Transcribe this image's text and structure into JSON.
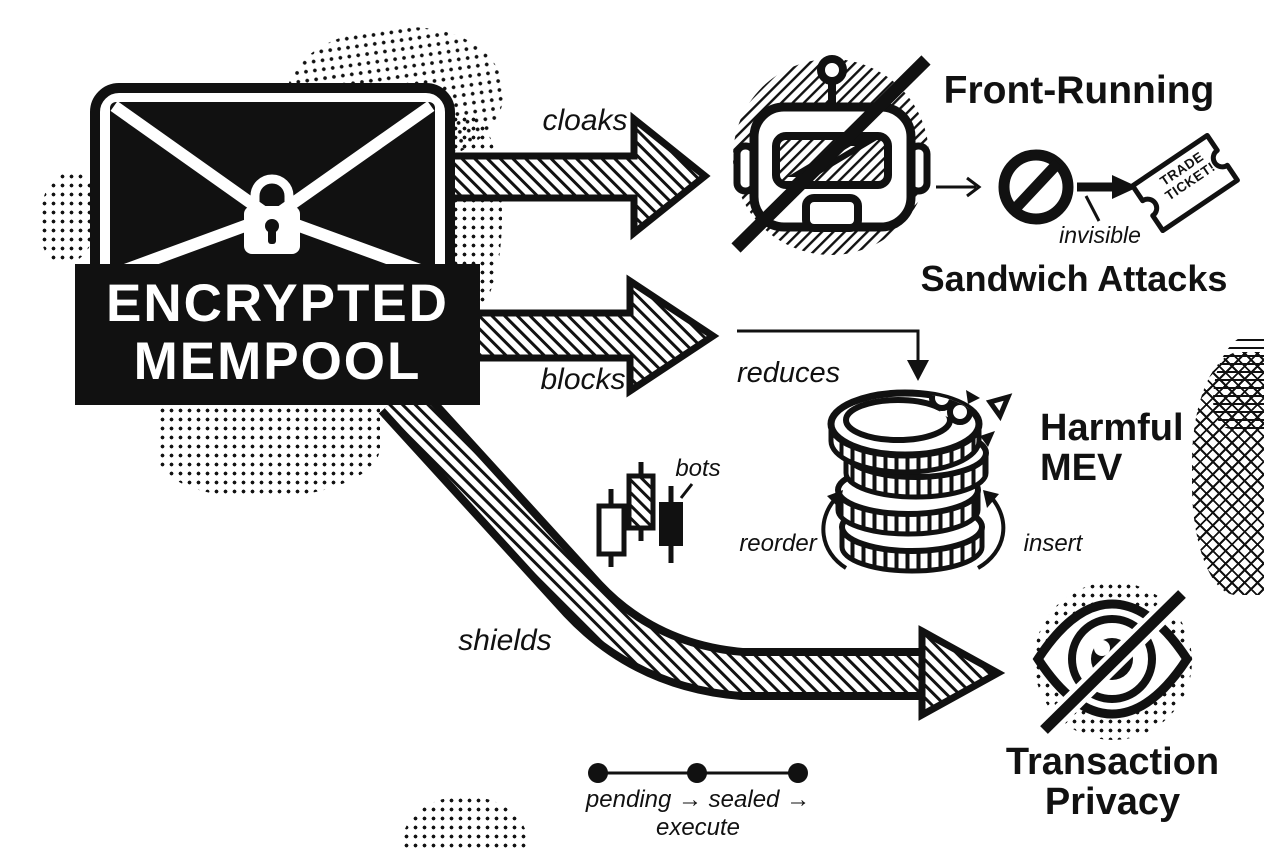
{
  "colors": {
    "ink": "#111111",
    "background": "#ffffff"
  },
  "source": {
    "line1": "ENCRYPTED",
    "line2": "MEMPOOL"
  },
  "flows": {
    "cloaks": {
      "label": "cloaks"
    },
    "blocks": {
      "label": "blocks"
    },
    "shields": {
      "label": "shields"
    },
    "reduces": {
      "label": "reduces"
    }
  },
  "nodes": {
    "front_running": {
      "title": "Front-Running"
    },
    "sandwich_attacks": {
      "title": "Sandwich Attacks"
    },
    "harmful_mev": {
      "line1": "Harmful",
      "line2": "MEV"
    },
    "transaction_privacy": {
      "line1": "Transaction",
      "line2": "Privacy"
    }
  },
  "annotations": {
    "invisible": "invisible",
    "bots": "bots",
    "reorder": "reorder",
    "insert": "insert",
    "lifecycle": "pending → sealed → execute"
  },
  "ticket": {
    "line1": "TRADE",
    "line2": "TICKET!"
  },
  "icons": {
    "envelope_lock": "envelope-lock-icon",
    "robot_slash": "robot-slash-icon",
    "prohibition": "prohibition-icon",
    "trade_ticket": "trade-ticket-icon",
    "coins_bite": "coins-bite-icon",
    "candlesticks": "candlestick-chart-icon",
    "eye_slash": "eye-slash-icon",
    "timeline": "timeline-dots-icon"
  }
}
